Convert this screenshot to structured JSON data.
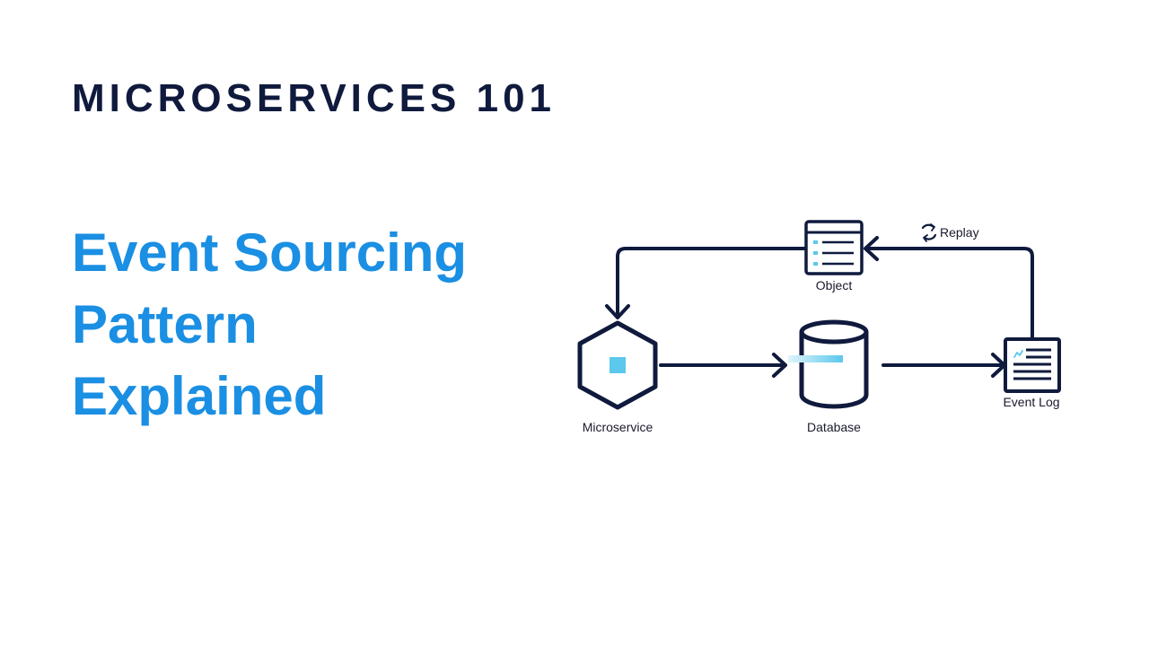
{
  "header": {
    "series_title": "MICROSERVICES 101"
  },
  "title": {
    "lines": [
      "Event Sourcing",
      "Pattern",
      "Explained"
    ]
  },
  "diagram": {
    "nodes": {
      "microservice": {
        "label": "Microservice",
        "icon": "hexagon-icon"
      },
      "database": {
        "label": "Database",
        "icon": "database-cylinder-icon"
      },
      "event_log": {
        "label": "Event Log",
        "icon": "document-list-icon"
      },
      "object": {
        "label": "Object",
        "icon": "window-list-icon"
      }
    },
    "replay_label": "Replay",
    "replay_icon": "replay-cycle-icon",
    "colors": {
      "stroke": "#0f1a3d",
      "accent": "#5bc8ec",
      "title_blue": "#1a8fe3"
    }
  }
}
